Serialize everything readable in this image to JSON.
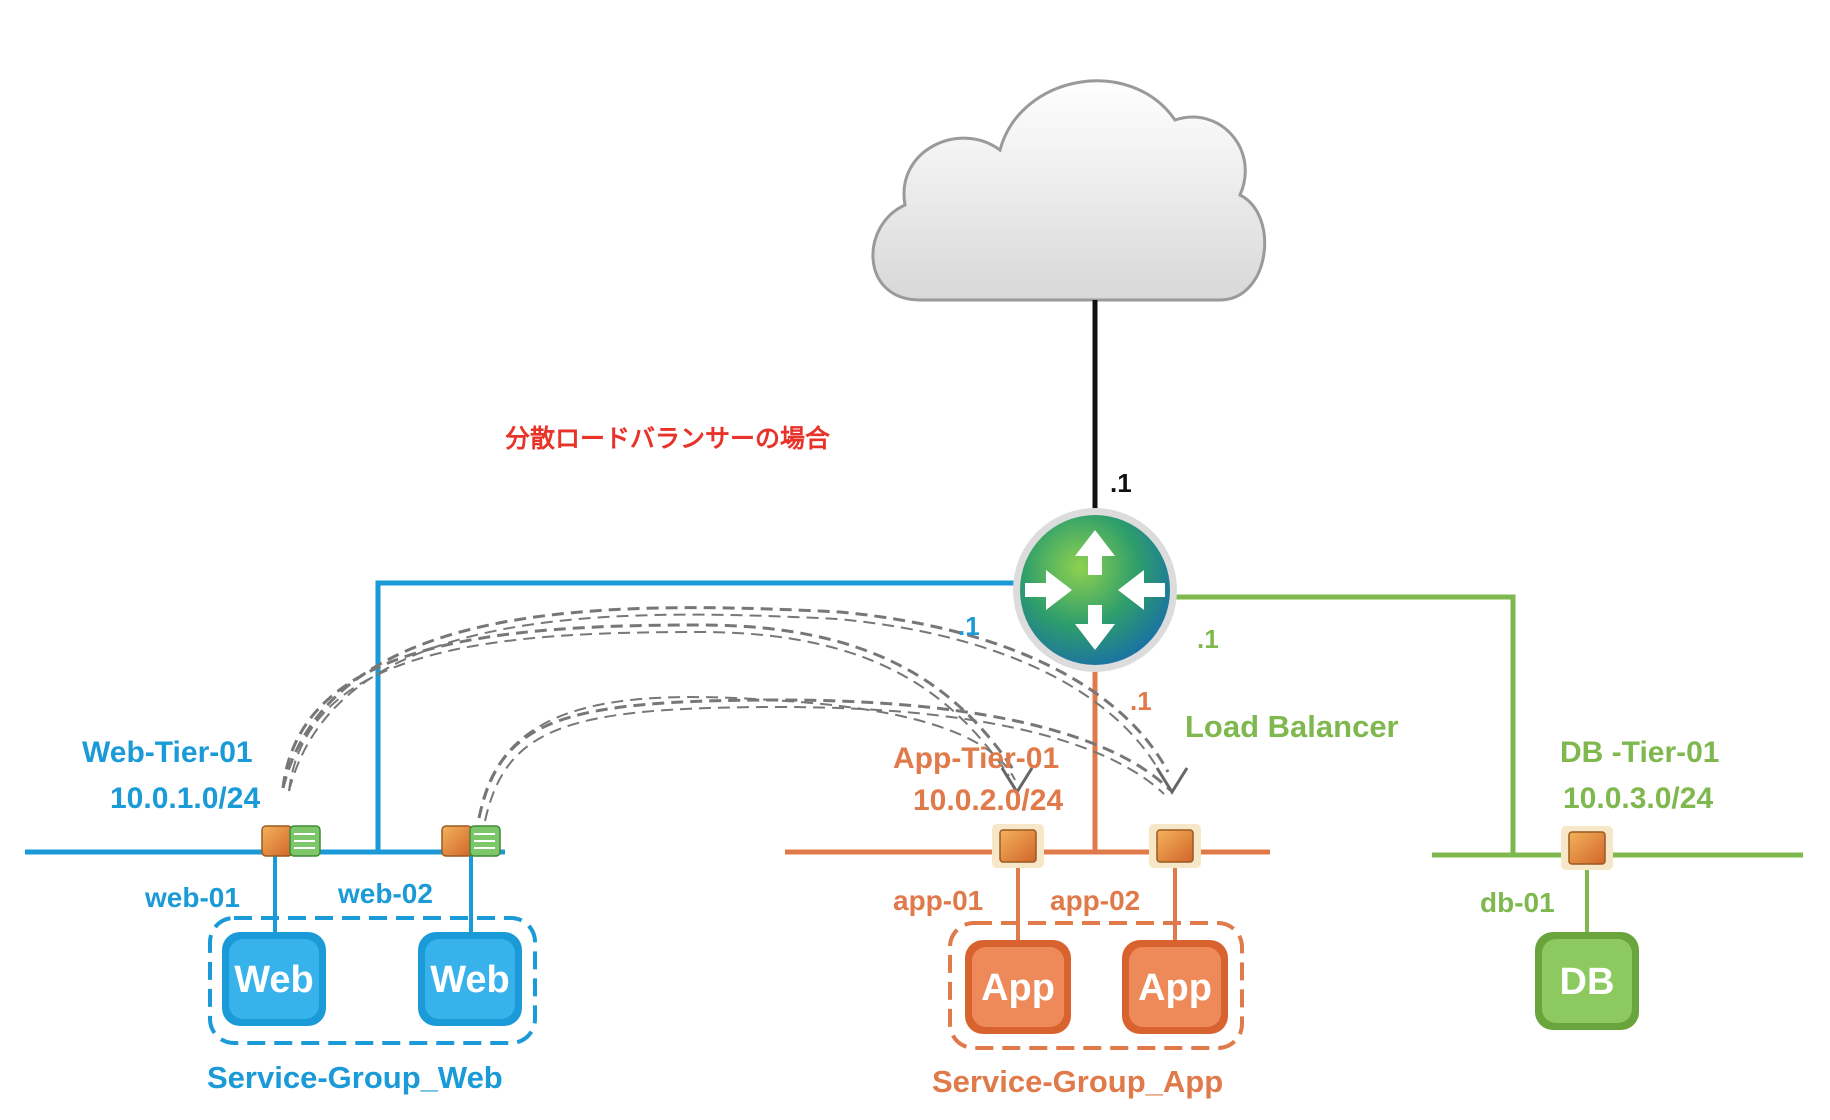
{
  "title": "分散ロードバランサーの場合",
  "router": {
    "uplink_label": ".1",
    "web_if_label": ".1",
    "app_if_label": ".1",
    "db_if_label": ".1",
    "icon": "router-icon"
  },
  "cloud": {
    "icon": "cloud-icon"
  },
  "load_balancer_label": "Load Balancer",
  "tiers": {
    "web": {
      "name": "Web-Tier-01",
      "subnet": "10.0.1.0/24",
      "color": "#1a9ad6"
    },
    "app": {
      "name": "App-Tier-01",
      "subnet": "10.0.2.0/24",
      "color": "#e07a4a"
    },
    "db": {
      "name": "DB -Tier-01",
      "subnet": "10.0.3.0/24",
      "color": "#7fb84e"
    }
  },
  "vms": {
    "web01": {
      "name": "web-01",
      "label": "Web"
    },
    "web02": {
      "name": "web-02",
      "label": "Web"
    },
    "app01": {
      "name": "app-01",
      "label": "App"
    },
    "app02": {
      "name": "app-02",
      "label": "App"
    },
    "db01": {
      "name": "db-01",
      "label": "DB"
    }
  },
  "groups": {
    "web": "Service-Group_Web",
    "app": "Service-Group_App"
  },
  "colors": {
    "title": "#e8332a",
    "lb_flow": "#777777",
    "uplink": "#111111"
  }
}
